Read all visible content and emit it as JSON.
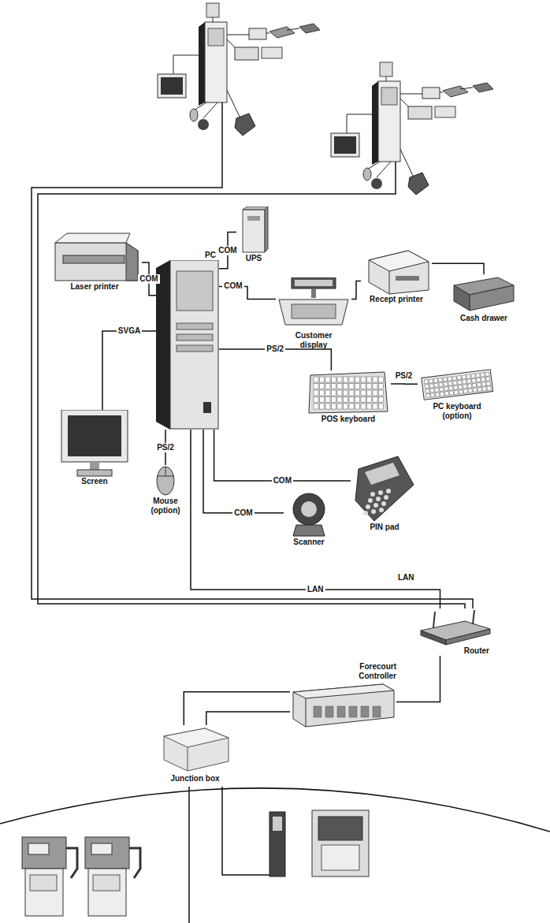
{
  "diagram": {
    "nodes": [
      {
        "text": [
          "UPS"
        ]
      },
      {
        "text": [
          "PC"
        ]
      },
      {
        "text": [
          "Laser printer"
        ]
      },
      {
        "text": [
          "Customer display"
        ]
      },
      {
        "text": [
          "Recept printer"
        ]
      },
      {
        "text": [
          "Cash drawer"
        ]
      },
      {
        "text": [
          "Screen"
        ]
      },
      {
        "text": [
          "POS keyboard"
        ]
      },
      {
        "text": [
          "PC keyboard (option)"
        ]
      },
      {
        "text": [
          "Mouse (option)"
        ]
      },
      {
        "text": [
          "Scanner"
        ]
      },
      {
        "text": [
          "PIN pad"
        ]
      },
      {
        "text": [
          "Router"
        ]
      },
      {
        "text": [
          "Forecourt Controller"
        ]
      },
      {
        "text": [
          "Junction box"
        ]
      }
    ],
    "edges": [
      {
        "from": 1,
        "to": 0,
        "label": "COM",
        "arrow": "none"
      },
      {
        "from": 1,
        "to": 2,
        "label": "COM",
        "arrow": "none"
      },
      {
        "from": 1,
        "to": 3,
        "label": "COM",
        "arrow": "none"
      },
      {
        "from": 3,
        "to": 4,
        "arrow": "none"
      },
      {
        "from": 4,
        "to": 5,
        "arrow": "none"
      },
      {
        "from": 1,
        "to": 6,
        "label": "SVGA",
        "arrow": "none"
      },
      {
        "from": 1,
        "to": 7,
        "label": "PS/2",
        "arrow": "none"
      },
      {
        "from": 7,
        "to": 8,
        "label": "PS/2",
        "arrow": "none"
      },
      {
        "from": 1,
        "to": 9,
        "label": "PS/2",
        "arrow": "none"
      },
      {
        "from": 1,
        "to": 10,
        "label": "COM",
        "arrow": "none"
      },
      {
        "from": 1,
        "to": 11,
        "label": "COM",
        "arrow": "none"
      },
      {
        "from": 1,
        "to": 12,
        "label": "LAN",
        "arrow": "none"
      },
      {
        "from": 12,
        "to": 13,
        "arrow": "none"
      },
      {
        "from": 14,
        "to": 13,
        "arrow": "none"
      },
      {
        "from": 14,
        "to": 13,
        "arrow": "none"
      }
    ],
    "labels": [
      "LAN"
    ]
  }
}
